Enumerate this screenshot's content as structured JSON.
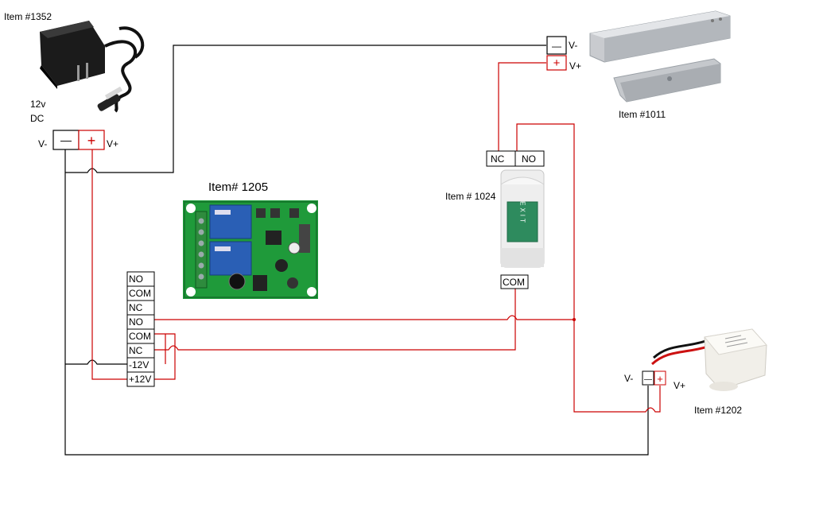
{
  "items": {
    "adapter": "Item #1352",
    "maglock": "Item #1011",
    "relay_board": "Item# 1205",
    "exit_button": "Item # 1024",
    "buzzer": "Item #1202"
  },
  "adapter_rating": {
    "line1": "12v",
    "line2": "DC"
  },
  "polarity": {
    "neg_sym": "—",
    "pos_sym": "+",
    "neg_label": "V-",
    "pos_label": "V+"
  },
  "relay_terminals": [
    "NO",
    "COM",
    "NC",
    "NO",
    "COM",
    "NC",
    "-12V",
    "+12V"
  ],
  "button_terminals": {
    "nc": "NC",
    "no": "NO",
    "com": "COM"
  },
  "button_face_text": "EXIT",
  "colors": {
    "negative_wire": "#000000",
    "positive_wire": "#cc0000",
    "board_green": "#1f9a3a",
    "relay_blue": "#2a5fb5",
    "maglock_silver": "#c9cbcf"
  }
}
